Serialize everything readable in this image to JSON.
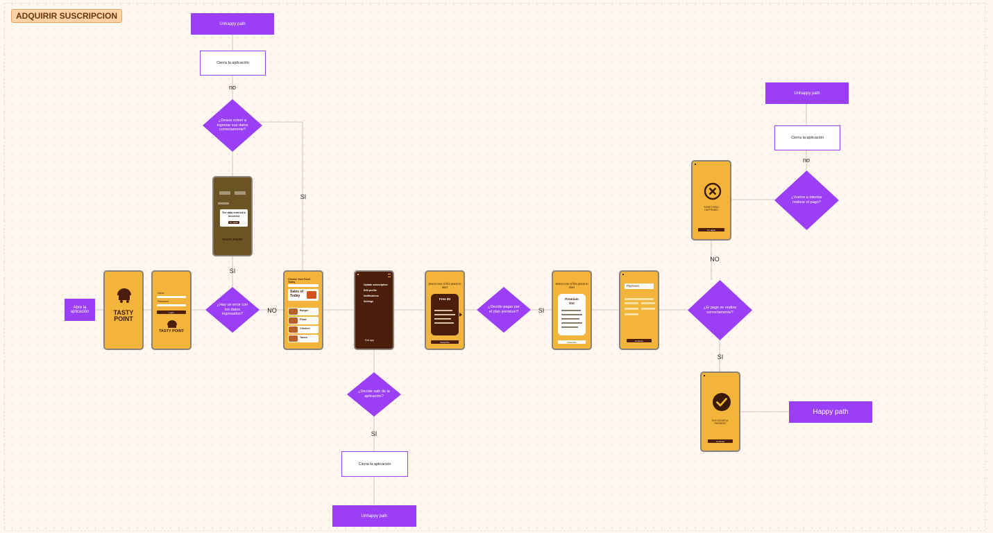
{
  "board": {
    "title": "ADQUIRIR SUSCRIPCION"
  },
  "colors": {
    "accent": "#9a3ff5",
    "phone": "#f2b43a",
    "dark": "#4a1e0b",
    "line": "#c9c4bd"
  },
  "nodes": {
    "start": "Abre la aplicación",
    "unhappy_top": "Unhappy path",
    "close_top": "Cierra la aplicación",
    "q_retry_data": "¿Desea volver a ingresar sus datos correctamente?",
    "q_data_error": "¿Hay un error con los datos ingresados?",
    "q_exit_app": "¿Decide salir de la aplicación?",
    "close_bottom": "Cierra la aplicación",
    "unhappy_bottom": "Unhappy path",
    "q_pay_premium": "¿Decide pagar por el plan premium?",
    "q_payment_ok": "¿El pago se realiza correctamente?",
    "q_retry_payment": "¿Vuelve a intentar realizar el pago?",
    "close_right": "Cierra la aplicación",
    "unhappy_right": "Unhappy path",
    "happy": "Happy path"
  },
  "edge_labels": {
    "no_top": "no",
    "si_left": "SI",
    "si_middle": "SI",
    "no_middle": "NO",
    "si_exit": "SI",
    "si_premium": "SI",
    "no_payment": "NO",
    "si_payment": "SI",
    "no_right": "no"
  },
  "screens": {
    "splash": {
      "brand": "TASTY POINT"
    },
    "login": {
      "brand": "TASTY POINT",
      "field1": "Name",
      "field2": "Password",
      "button": "Login"
    },
    "error": {
      "message": "The data entered is incorrect",
      "button": "Try again",
      "brand": "TASTY POINT"
    },
    "home": {
      "heading": "Choose Your Food Today",
      "banner": "Sales of Today",
      "items": [
        "Burger",
        "Pizza",
        "Chicken",
        "Tacos"
      ]
    },
    "menu": {
      "items": [
        "Update subscription",
        "Edit profile",
        "Notifications",
        "Settings"
      ],
      "footer": "Exit app"
    },
    "free_plan": {
      "title": "Select one of the plans to start",
      "plan": "Free $0",
      "button": "Subscribe"
    },
    "premium_plan": {
      "title": "Select one of the plans to start",
      "plan": "Premium $10",
      "button": "Subscribe"
    },
    "payment": {
      "title": "Payment",
      "button": "Continue"
    },
    "failed": {
      "message": "SOMETHING HAPPENED",
      "button": "Try again"
    },
    "success": {
      "message": "SUCCESSFUL PAYMENT",
      "button": "Continue"
    }
  }
}
